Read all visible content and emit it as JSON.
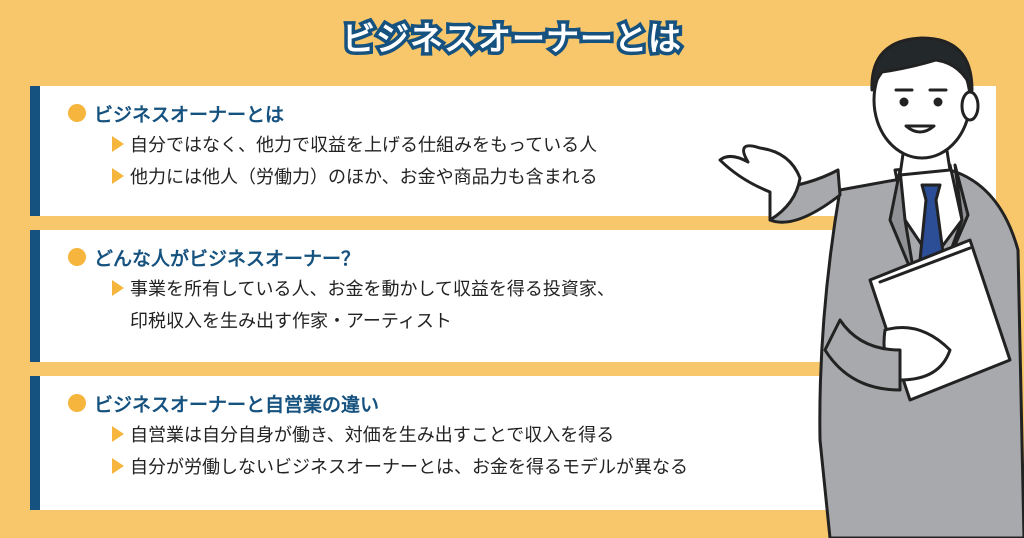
{
  "title": "ビジネスオーナーとは",
  "sections": [
    {
      "heading": "ビジネスオーナーとは",
      "items": [
        "自分ではなく、他力で収益を上げる仕組みをもっている人",
        "他力には他人（労働力）のほか、お金や商品力も含まれる"
      ]
    },
    {
      "heading": "どんな人がビジネスオーナー？",
      "items": [
        "事業を所有している人、お金を動かして収益を得る投資家、",
        "印税収入を生み出す作家・アーティスト"
      ]
    },
    {
      "heading": "ビジネスオーナーと自営業の違い",
      "items": [
        "自営業は自分自身が働き、対価を生み出すことで収入を得る",
        "自分が労働しないビジネスオーナーとは、お金を得るモデルが異なる"
      ]
    }
  ],
  "colors": {
    "background": "#f8c76b",
    "accent": "#16527f",
    "bullet": "#f6b63e"
  },
  "illustration": "businessman-presenting"
}
